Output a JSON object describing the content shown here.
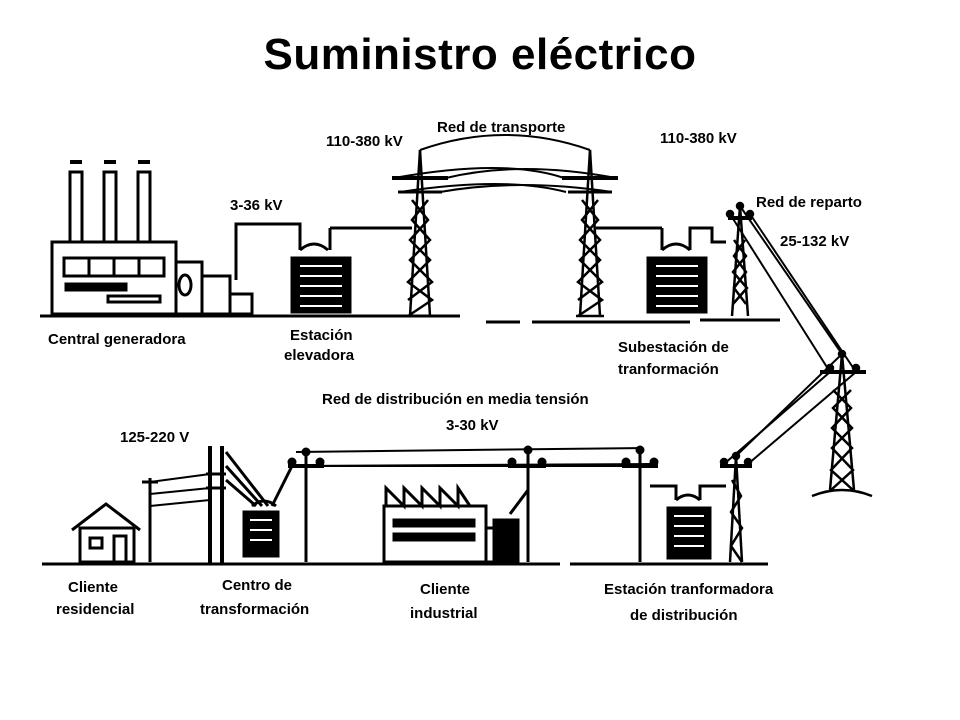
{
  "title": "Suministro eléctrico",
  "labels": {
    "central": "Central generadora",
    "estacion_1": "Estación",
    "estacion_2": "elevadora",
    "v_3_36": "3-36 kV",
    "v_110_380_a": "110-380 kV",
    "v_110_380_b": "110-380 kV",
    "red_transporte": "Red de transporte",
    "red_reparto": "Red de reparto",
    "v_25_132": "25-132  kV",
    "subestacion_1": "Subestación de",
    "subestacion_2": "tranformación",
    "red_media_1": "Red de distribución en media tensión",
    "red_media_2": "3-30 kV",
    "v_125_220": "125-220  V",
    "cliente_res_1": "Cliente",
    "cliente_res_2": "residencial",
    "centro_1": "Centro de",
    "centro_2": "transformación",
    "cliente_ind_1": "Cliente",
    "cliente_ind_2": "industrial",
    "estacion_dist_1": "Estación tranformadora",
    "estacion_dist_2": "de distribución"
  }
}
